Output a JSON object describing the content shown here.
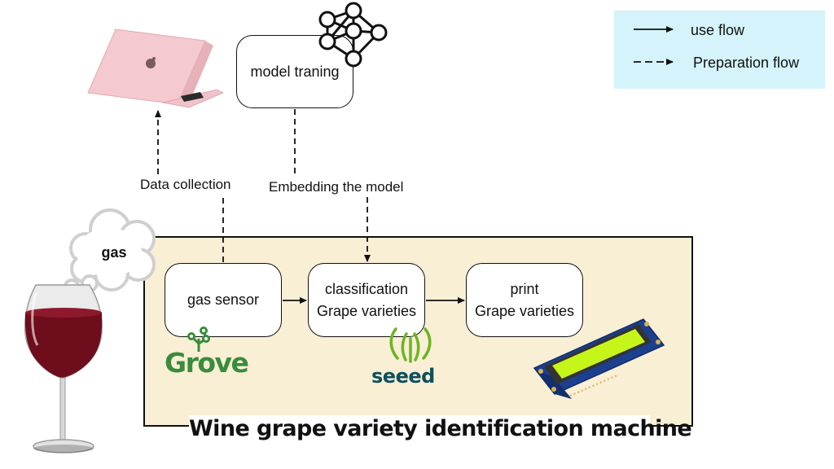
{
  "legend": {
    "use_flow": "use  flow",
    "preparation_flow": "Preparation  flow"
  },
  "nodes": {
    "model_training": "model traning",
    "gas_sensor": "gas sensor",
    "classification_line1": "classification",
    "classification_line2": "Grape varieties",
    "print_line1": "print",
    "print_line2": "Grape varieties"
  },
  "edges": {
    "data_collection": "Data collection",
    "embedding_model": "Embedding the model"
  },
  "labels": {
    "gas": "gas",
    "machine_title": "Wine grape variety identification machine"
  },
  "logos": {
    "grove": "Grove",
    "seeed": "seeed"
  },
  "icons": {
    "laptop": "laptop-icon",
    "neural_network": "neural-network-icon",
    "gas_cloud": "gas-cloud-icon",
    "wine_glass": "wine-glass-icon",
    "lcd": "lcd-display-icon"
  },
  "colors": {
    "machine_fill": "#f8efd5",
    "legend_fill": "#d4f3fb",
    "wine": "#6e0d1c",
    "lcd_screen": "#c6f51a",
    "lcd_board": "#1c3f8f",
    "grove_green": "#3a8c3a",
    "seeed_teal": "#0e4f5c",
    "laptop_pink": "#f4c9cf"
  }
}
